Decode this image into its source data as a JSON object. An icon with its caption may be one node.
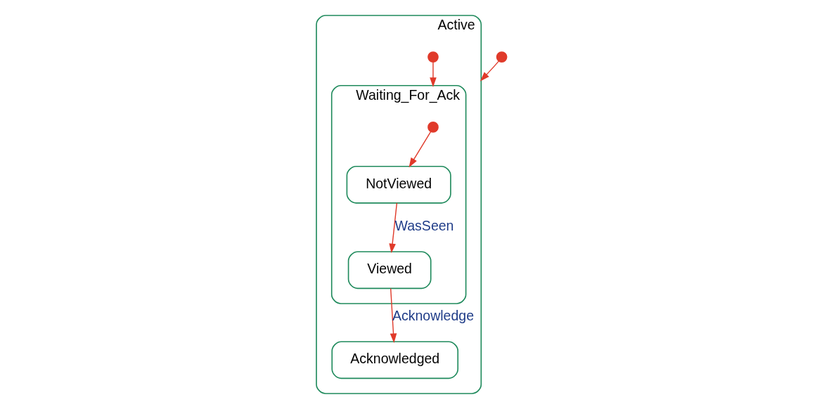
{
  "diagram": {
    "nodes": [
      {
        "text": [
          "Active"
        ]
      },
      {
        "text": [
          "Waiting_For_Ack"
        ],
        "in": 0
      },
      {
        "text": [],
        "shape": "circle",
        "in": 0
      },
      {
        "text": [],
        "shape": "circle",
        "in": 1
      },
      {
        "text": [
          "NotViewed"
        ],
        "in": 1
      },
      {
        "text": [
          "Viewed"
        ],
        "in": 1
      },
      {
        "text": [
          "Acknowledged"
        ],
        "in": 0
      },
      {
        "text": [],
        "shape": "circle"
      }
    ],
    "edges": [
      {
        "from": 7,
        "to": 0,
        "arrow": "to"
      },
      {
        "from": 2,
        "to": 1,
        "arrow": "to"
      },
      {
        "from": 3,
        "to": 4,
        "arrow": "to"
      },
      {
        "from": 4,
        "to": 5,
        "label": "WasSeen",
        "arrow": "to"
      },
      {
        "from": 5,
        "to": 6,
        "label": "Acknowledge",
        "arrow": "to"
      }
    ]
  }
}
